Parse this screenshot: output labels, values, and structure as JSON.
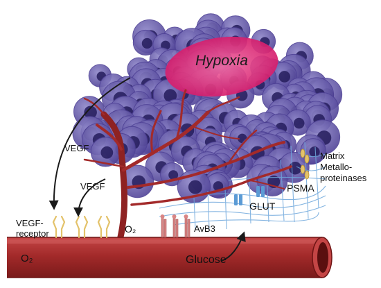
{
  "labels": {
    "hypoxia": "Hypoxia",
    "vegf_upper": "VEGF",
    "vegf_lower": "VEGF",
    "vegf_receptor": "VEGF-\nreceptor",
    "o2_capillary": "O₂",
    "avb3": "AvB3",
    "glut": "GLUT",
    "psma": "PSMA",
    "matrix_metalloproteinases": "Matrix\nMetallo-\nproteinases",
    "o2_vessel": "O₂",
    "glucose": "Glucose"
  },
  "colors": {
    "tumor_cell": "#4f4296",
    "tumor_cell_light": "#8e86c8",
    "tumor_nucleus": "#241c5c",
    "hypoxia_zone": "#e0337c",
    "vessel": "#a32a2a",
    "vessel_highlight": "#c44545",
    "vessel_dark": "#6e1414",
    "matrix_fiber": "#6fa8dc",
    "receptor_gold": "#e3c26a",
    "avb3_receptor": "#d98585",
    "glut_channel": "#5b9bd5",
    "arrow": "#1a1a1a"
  },
  "icons": [
    "vegf-receptor-icon",
    "avb3-receptor-icon",
    "glut-transporter-icon",
    "mmp-enzyme-icon"
  ]
}
